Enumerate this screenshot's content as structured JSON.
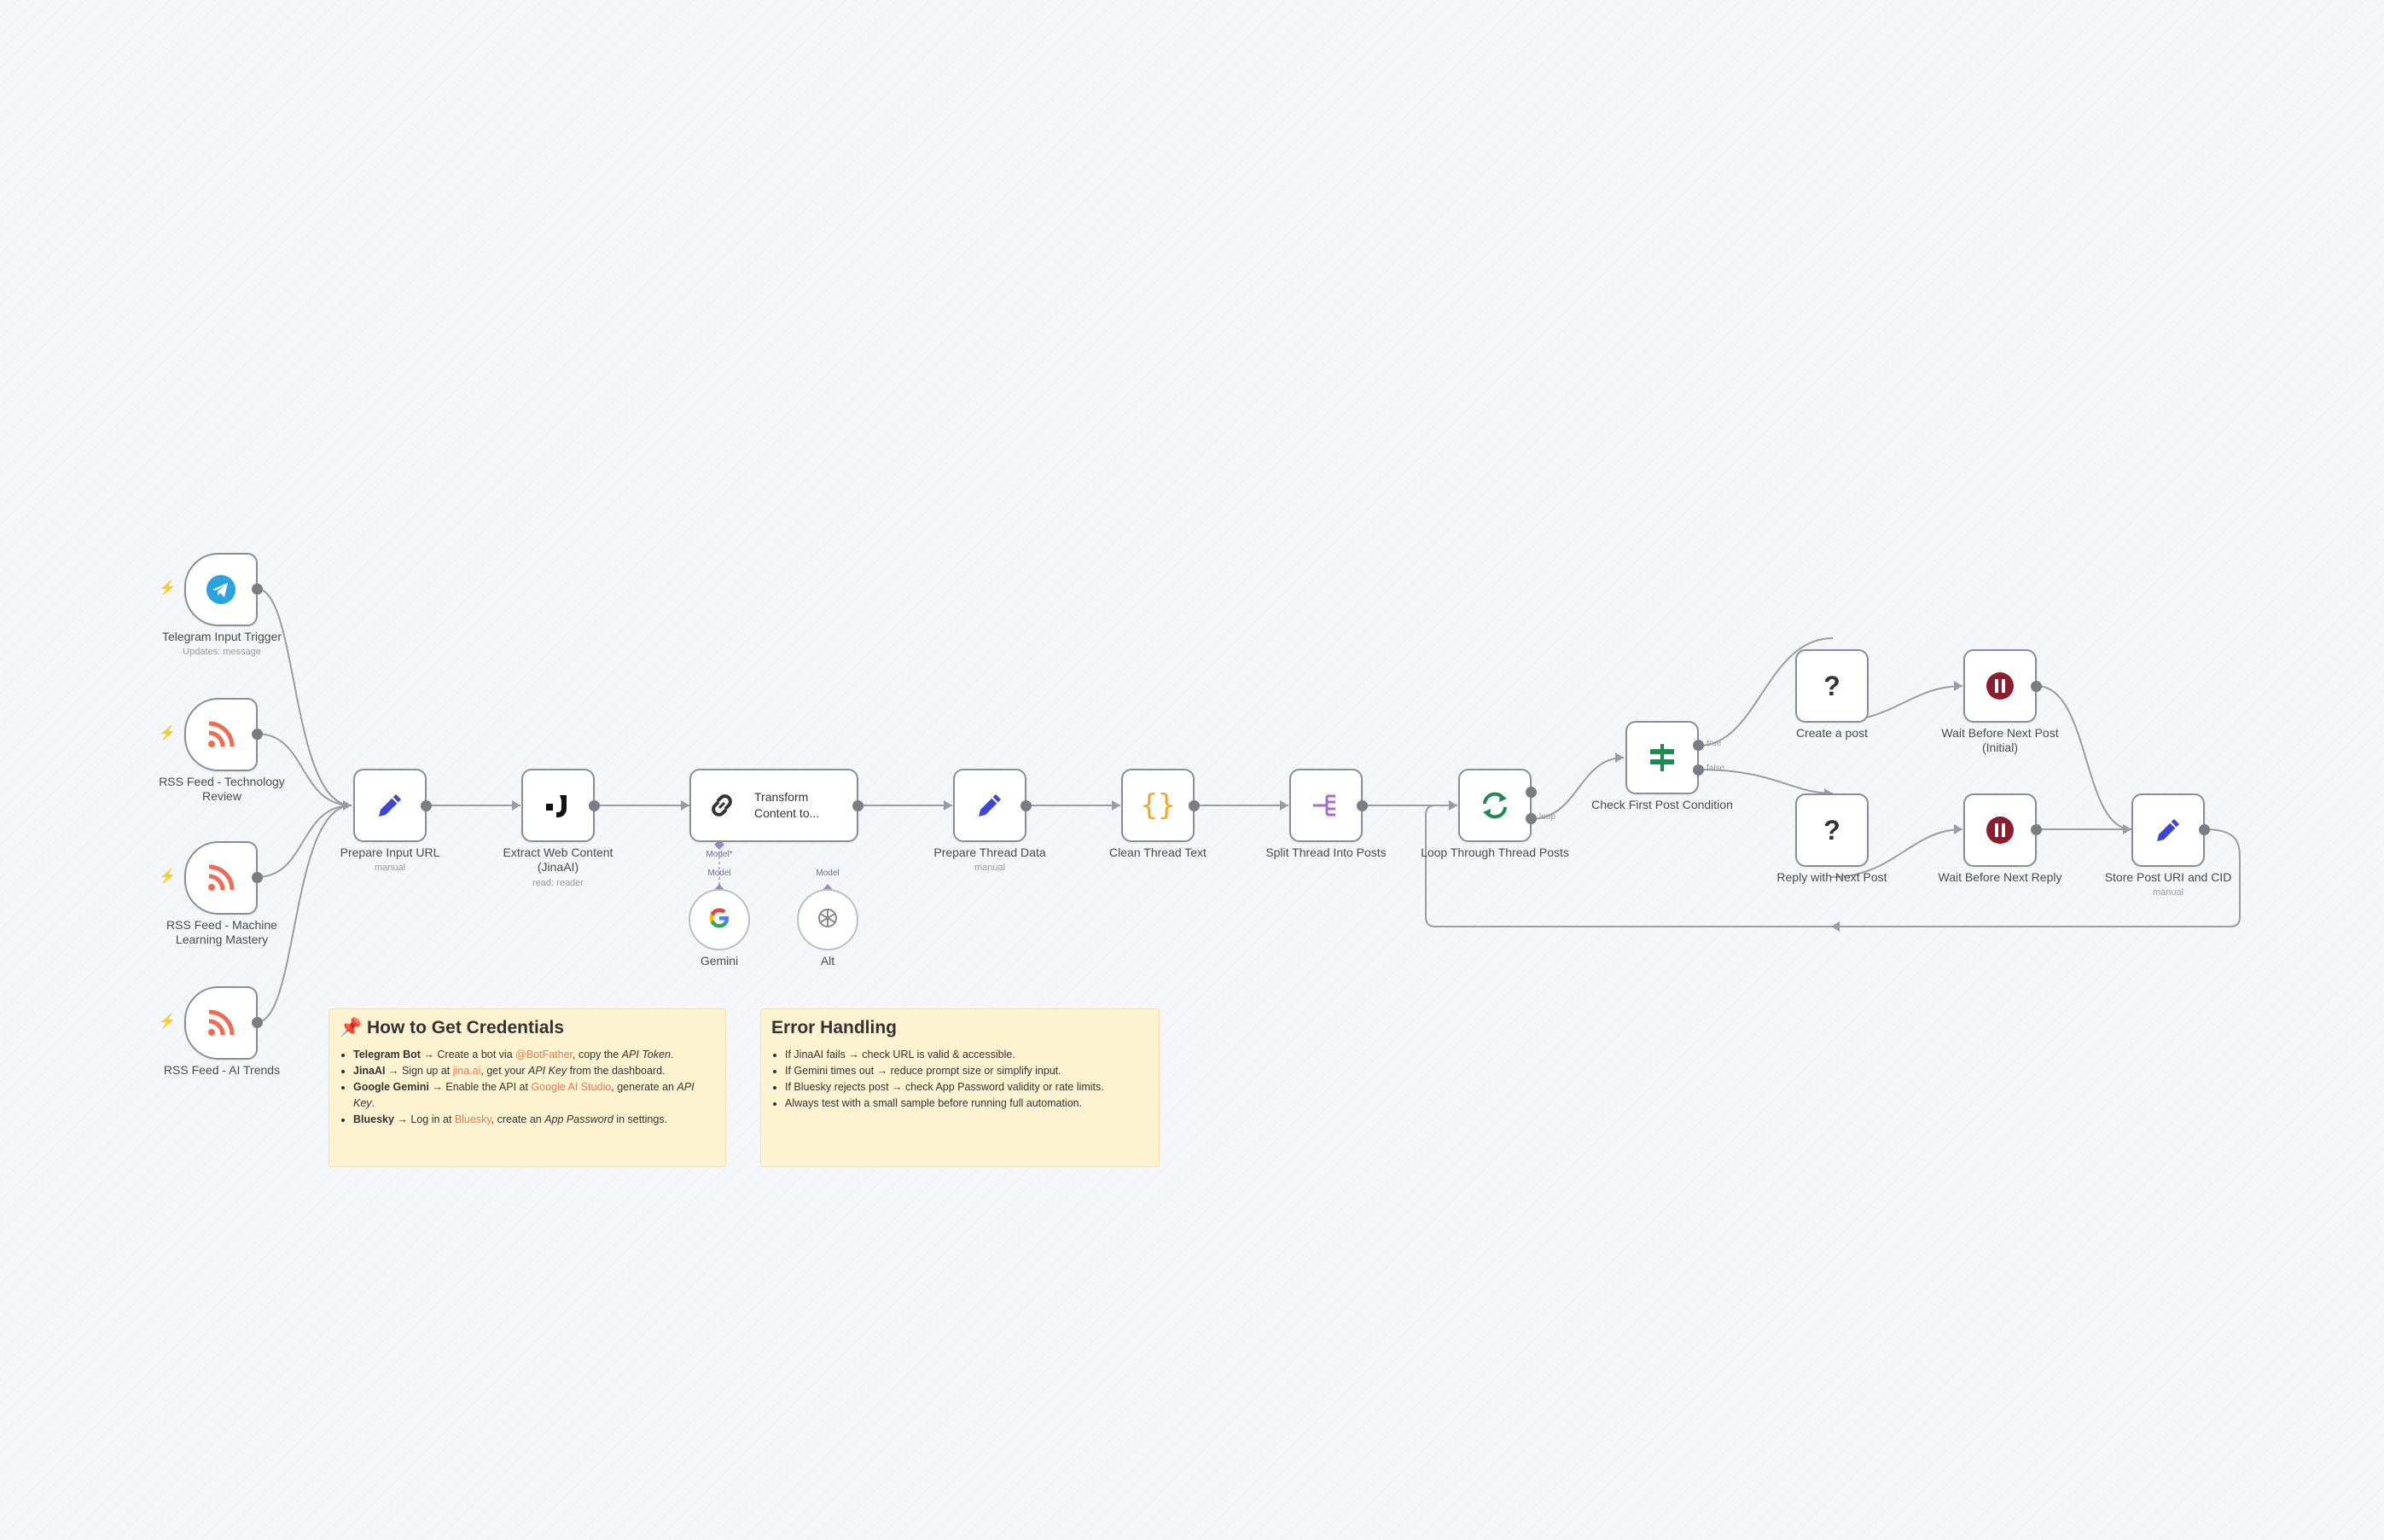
{
  "colors": {
    "accent": "#ef6b52",
    "edit": "#3b45d6",
    "loop": "#1d8a4f",
    "if": "#1d8a4f",
    "code": "#f5a623",
    "split": "#a66cd0",
    "wait": "#8c1d2f",
    "telegram": "#2aa3df",
    "rss": "#ef6b52",
    "note_bg": "#fdf3d1",
    "wire": "#9a9ca1"
  },
  "nodes": {
    "telegram": {
      "label": "Telegram Input Trigger",
      "sub": "Updates: message",
      "icon": "telegram-icon"
    },
    "rss_tech": {
      "label": "RSS Feed - Technology Review",
      "icon": "rss-icon"
    },
    "rss_ml": {
      "label": "RSS Feed - Machine Learning Mastery",
      "icon": "rss-icon"
    },
    "rss_ai": {
      "label": "RSS Feed - AI Trends",
      "icon": "rss-icon"
    },
    "prepare_url": {
      "label": "Prepare Input URL",
      "sub": "manual",
      "icon": "pencil-icon"
    },
    "extract": {
      "label": "Extract Web Content (JinaAI)",
      "sub": "read: reader",
      "icon": "jina-icon"
    },
    "transform": {
      "label": "Transform Content to...",
      "icon": "link-icon",
      "port_main": "Model*",
      "port_fallback": "Model"
    },
    "gemini": {
      "label": "Gemini",
      "icon": "google-icon"
    },
    "alt": {
      "label": "Alt",
      "icon": "openai-icon",
      "port": "Model"
    },
    "prepare_thread": {
      "label": "Prepare Thread Data",
      "sub": "manual",
      "icon": "pencil-icon"
    },
    "clean": {
      "label": "Clean Thread Text",
      "icon": "braces-icon"
    },
    "split": {
      "label": "Split Thread Into Posts",
      "icon": "split-icon"
    },
    "loop": {
      "label": "Loop Through Thread Posts",
      "icon": "loop-icon",
      "out_loop": "loop"
    },
    "check": {
      "label": "Check First Post Condition",
      "icon": "if-icon",
      "out_true": "true",
      "out_false": "false"
    },
    "create_post": {
      "label": "Create a post",
      "icon": "question-icon"
    },
    "reply_post": {
      "label": "Reply with Next Post",
      "icon": "question-icon"
    },
    "wait_post": {
      "label": "Wait Before Next Post (Initial)",
      "icon": "pause-icon"
    },
    "wait_reply": {
      "label": "Wait Before Next Reply",
      "icon": "pause-icon"
    },
    "store": {
      "label": "Store Post URI and CID",
      "sub": "manual",
      "icon": "pencil-icon"
    }
  },
  "notes": {
    "credentials": {
      "title": "📌 How to Get Credentials",
      "items": [
        {
          "b": "Telegram Bot",
          "t1": " → Create a bot via ",
          "link": "@BotFather",
          "t2": ", copy the ",
          "i": "API Token",
          "t3": "."
        },
        {
          "b": "JinaAI",
          "t1": " → Sign up at ",
          "link": "jina.ai",
          "t2": ", get your ",
          "i": "API Key",
          "t3": " from the dashboard."
        },
        {
          "b": "Google Gemini",
          "t1": " → Enable the API at ",
          "link": "Google AI Studio",
          "t2": ", generate an ",
          "i": "API Key",
          "t3": "."
        },
        {
          "b": "Bluesky",
          "t1": " → Log in at ",
          "link": "Bluesky",
          "t2": ", create an ",
          "i": "App Password",
          "t3": " in settings."
        }
      ]
    },
    "errors": {
      "title": "Error Handling",
      "items": [
        "If JinaAI fails → check URL is valid & accessible.",
        "If Gemini times out → reduce prompt size or simplify input.",
        "If Bluesky rejects post → check App Password validity or rate limits.",
        "Always test with a small sample before running full automation."
      ]
    }
  }
}
